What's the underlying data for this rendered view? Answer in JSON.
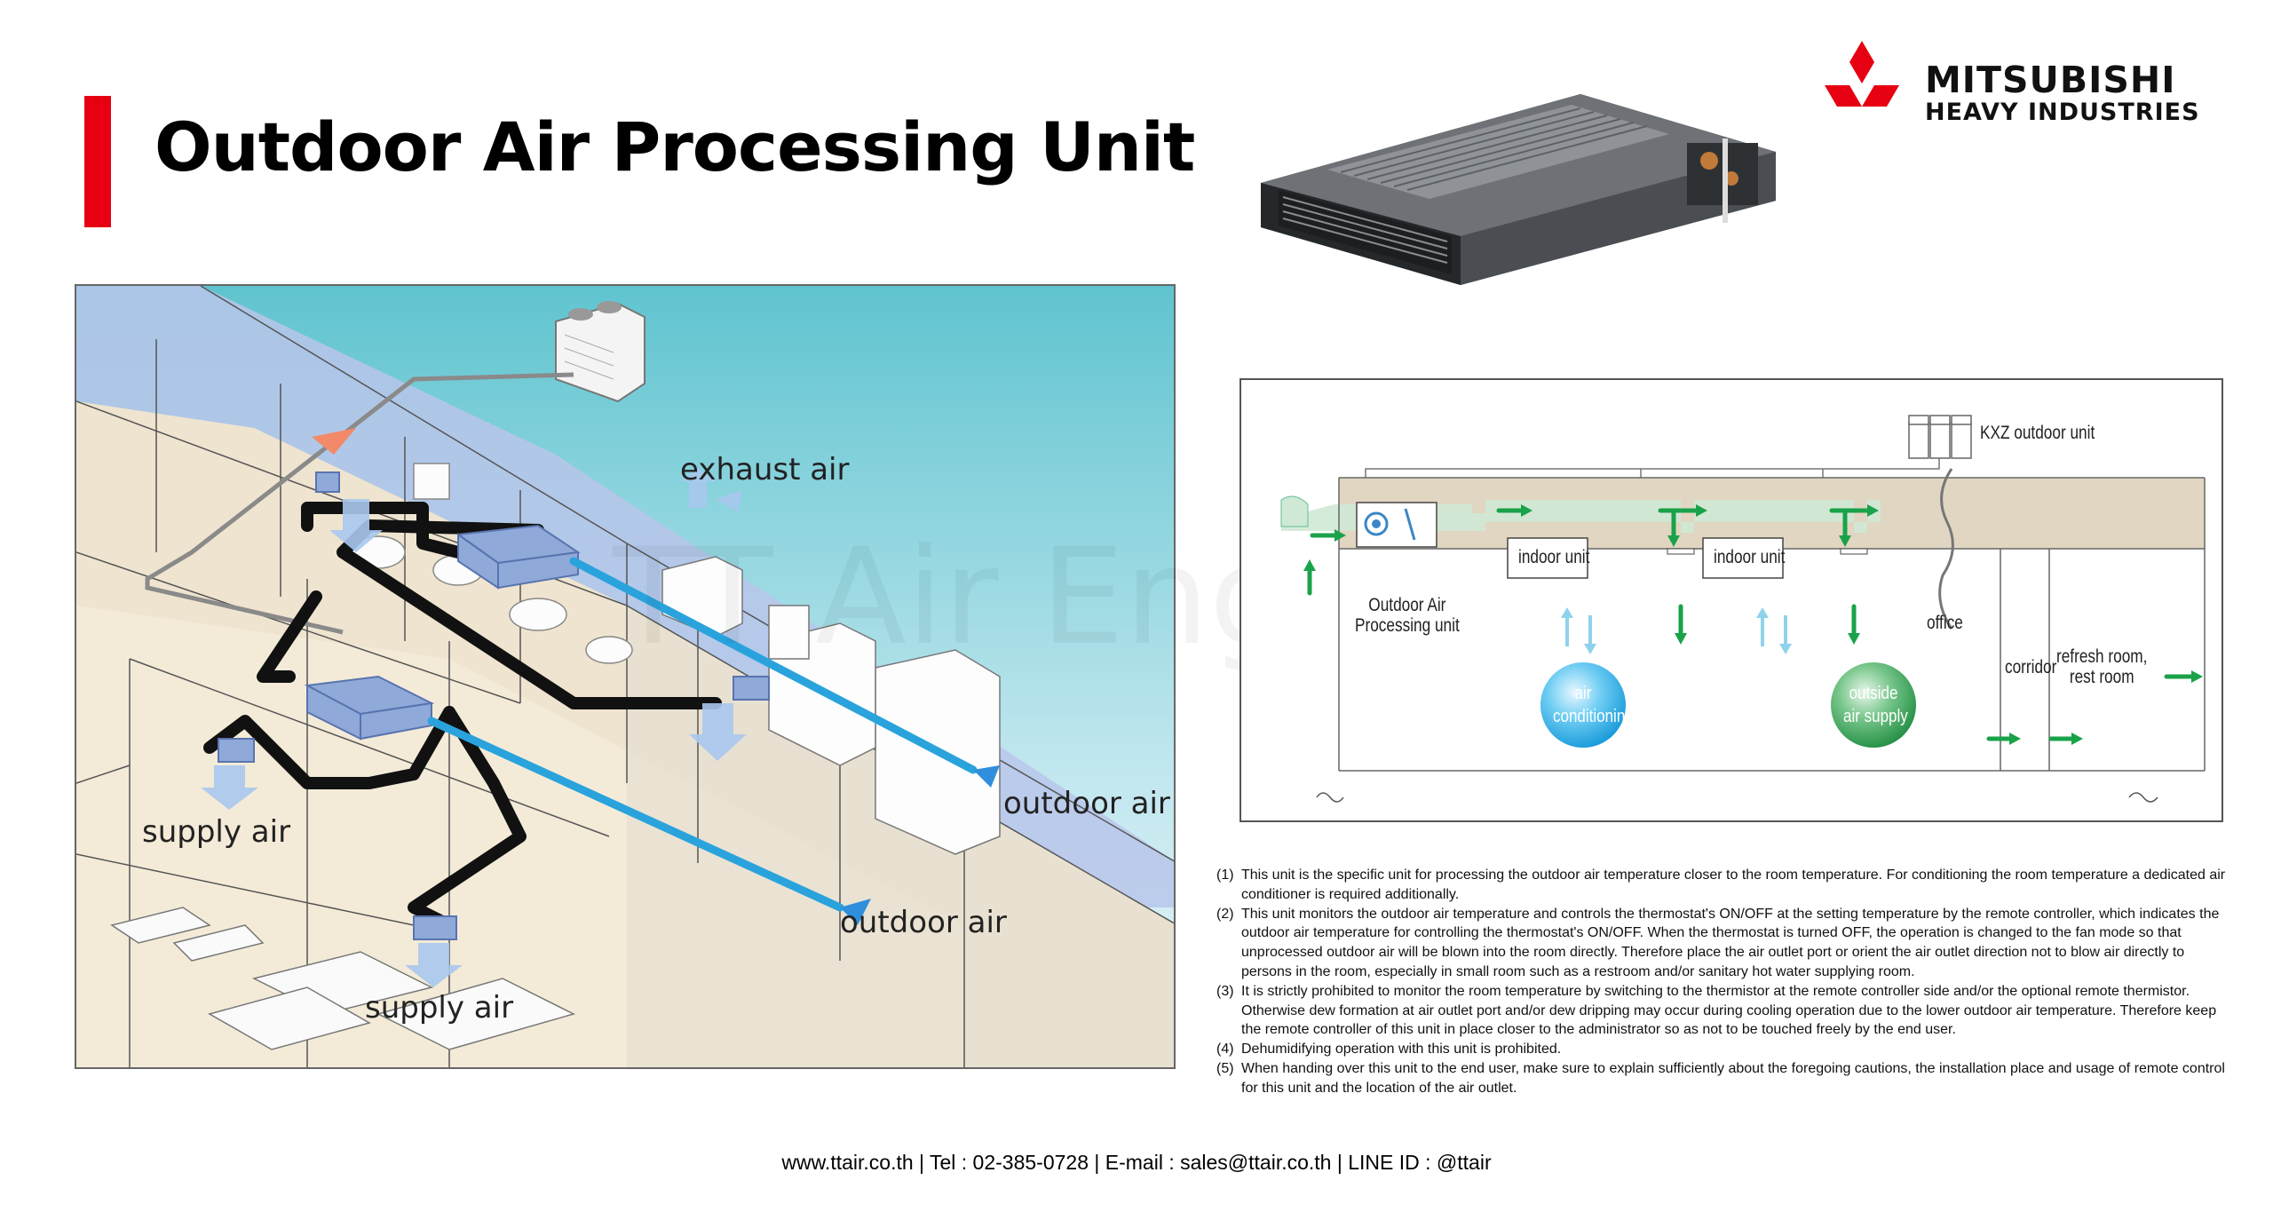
{
  "header": {
    "title": "Outdoor Air Processing Unit",
    "accent_color": "#e60012"
  },
  "brand": {
    "line1": "MITSUBISHI",
    "line2": "HEAVY INDUSTRIES",
    "mark_color": "#e60012"
  },
  "illustration": {
    "labels": {
      "exhaust_air": "exhaust air",
      "outdoor_air_1": "outdoor air",
      "outdoor_air_2": "outdoor air",
      "supply_air_1": "supply air",
      "supply_air_2": "supply air"
    }
  },
  "watermark": "TT Air Engineering",
  "schematic": {
    "outdoor_unit": "KXZ outdoor unit",
    "processing_unit": "Outdoor Air\nProcessing unit",
    "indoor_unit_1": "indoor unit",
    "indoor_unit_2": "indoor unit",
    "office": "office",
    "corridor": "corridor",
    "refresh_room": "refresh room,\nrest room",
    "air_conditioning": "air\nconditioning",
    "outside_air_supply": "outside\nair supply",
    "colors": {
      "airflow_green": "#1aa24a",
      "duct_fill": "#cfe9d5",
      "conditioning_blue": "#2aa7e0",
      "supply_green": "#2f9a4e"
    }
  },
  "notes": [
    {
      "num": "(1)",
      "text": "This unit is the specific unit for processing the outdoor air temperature closer to the room temperature. For conditioning the room temperature a dedicated air conditioner is required additionally."
    },
    {
      "num": "(2)",
      "text": "This unit monitors the outdoor air temperature and controls the thermostat's ON/OFF at the setting temperature by the remote controller, which indicates the outdoor air temperature for controlling the thermostat's ON/OFF. When the thermostat is turned OFF, the operation is changed to the fan mode so that unprocessed outdoor air will be blown into the room directly. Therefore place the air outlet port or orient the air outlet direction not to blow air directly to persons in the room, especially in small room such as a restroom and/or sanitary hot water supplying room."
    },
    {
      "num": "(3)",
      "text": "It is strictly prohibited to monitor the room temperature by switching to the thermistor at the remote controller side and/or the optional remote thermistor. Otherwise dew formation at air outlet port and/or dew dripping may occur during cooling operation due to the lower outdoor air temperature. Therefore keep the remote controller of this unit in place closer to the administrator so as not to be touched freely by the end user."
    },
    {
      "num": "(4)",
      "text": "Dehumidifying operation with this unit is prohibited."
    },
    {
      "num": "(5)",
      "text": "When handing over this unit to the end user, make sure to explain sufficiently about the foregoing cautions, the installation place and usage of remote control for this unit and the location of the air outlet."
    }
  ],
  "footer": {
    "text": "www.ttair.co.th | Tel : 02-385-0728 | E-mail : sales@ttair.co.th | LINE ID : @ttair"
  }
}
